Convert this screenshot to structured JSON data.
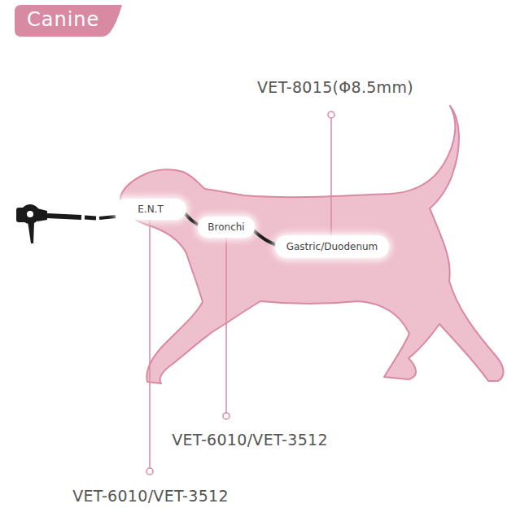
{
  "diagram": {
    "title": "Canine",
    "nodes": [
      {
        "text": [
          "E.N.T"
        ]
      },
      {
        "text": [
          "Bronchi"
        ]
      },
      {
        "text": [
          "Gastric/Duodenum"
        ]
      }
    ],
    "edges": [
      {
        "from": 0,
        "to": 1,
        "arrow": "none"
      },
      {
        "from": 1,
        "to": 2,
        "arrow": "none"
      }
    ],
    "labels": [
      "VET-8015(Φ8.5mm)",
      "VET-6010/VET-3512",
      "VET-6010/VET-3512"
    ]
  }
}
